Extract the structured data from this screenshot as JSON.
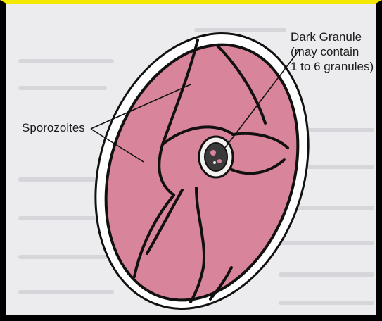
{
  "labels": {
    "dark_granule_line1": "Dark Granule",
    "dark_granule_line2": "(may contain",
    "dark_granule_line3": "1 to 6 granules)",
    "sporozoites": "Sporozoites"
  },
  "colors": {
    "frame_top": "#f4e800",
    "frame_border": "#000000",
    "background": "#ececef",
    "cell_fill": "#d8849a",
    "outline": "#111111"
  }
}
